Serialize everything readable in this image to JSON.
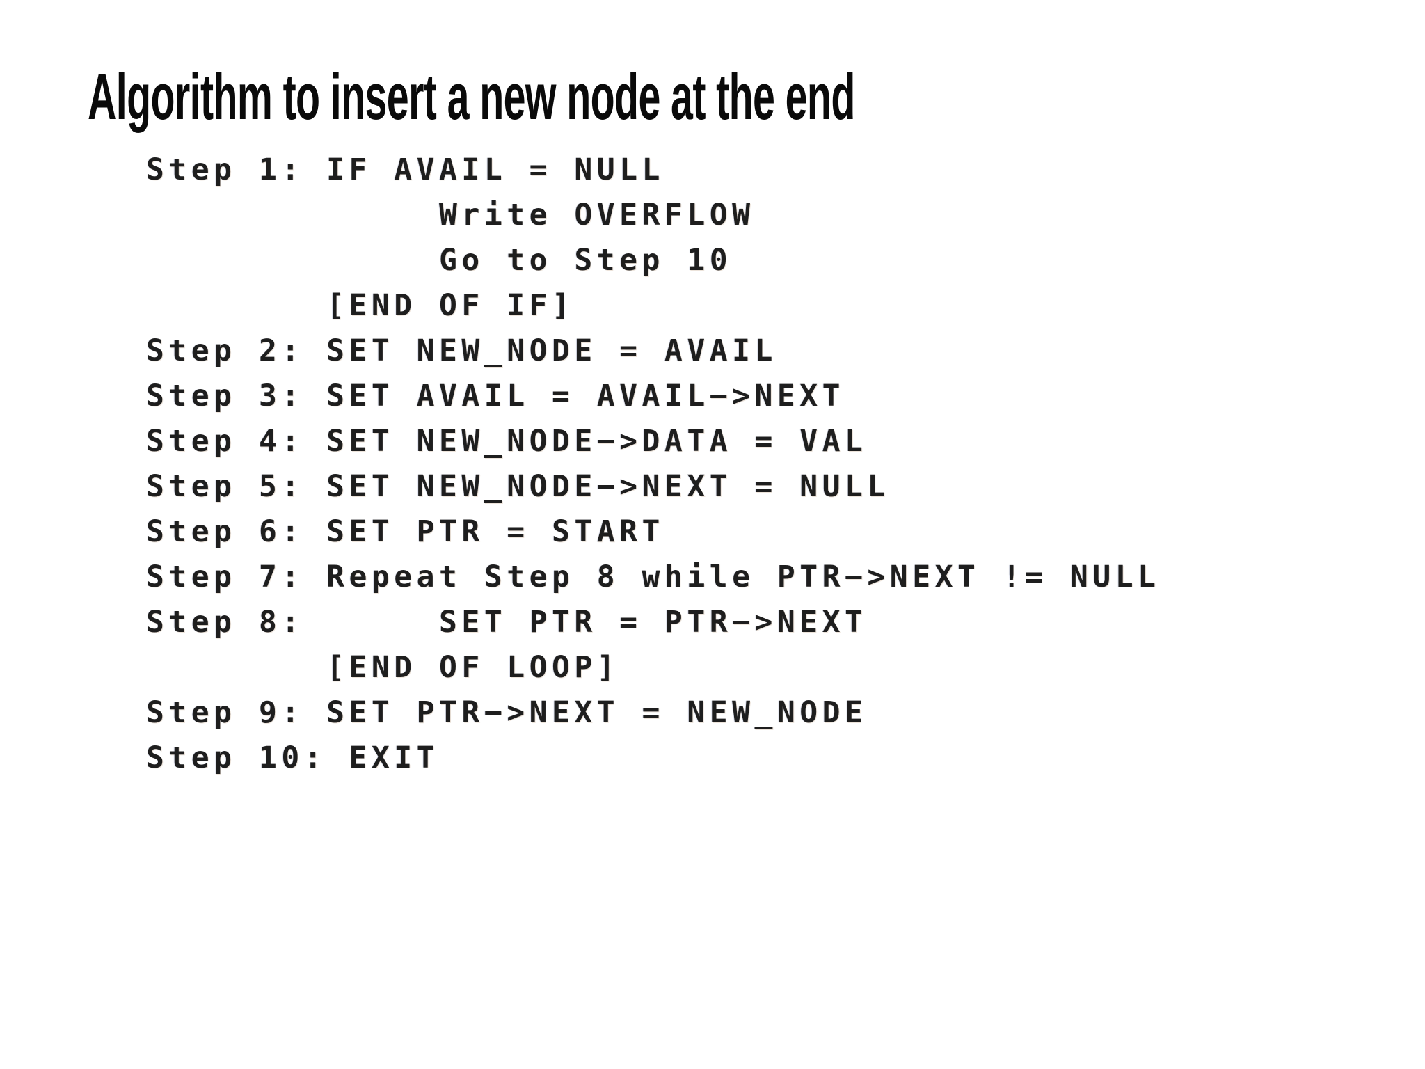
{
  "page": {
    "background_color": "#ffffff"
  },
  "header": {
    "title": "Algorithm to insert a new node at the end",
    "title_color": "#0a0a0a"
  },
  "algorithm": {
    "text_color": "#1e1e1e",
    "lines": [
      "Step 1: IF AVAIL = NULL",
      "             Write OVERFLOW",
      "             Go to Step 10",
      "        [END OF IF]",
      "Step 2: SET NEW_NODE = AVAIL",
      "Step 3: SET AVAIL = AVAIL−>NEXT",
      "Step 4: SET NEW_NODE−>DATA = VAL",
      "Step 5: SET NEW_NODE−>NEXT = NULL",
      "Step 6: SET PTR = START",
      "Step 7: Repeat Step 8 while PTR−>NEXT != NULL",
      "Step 8:      SET PTR = PTR−>NEXT",
      "        [END OF LOOP]",
      "Step 9: SET PTR−>NEXT = NEW_NODE",
      "Step 10: EXIT"
    ]
  }
}
